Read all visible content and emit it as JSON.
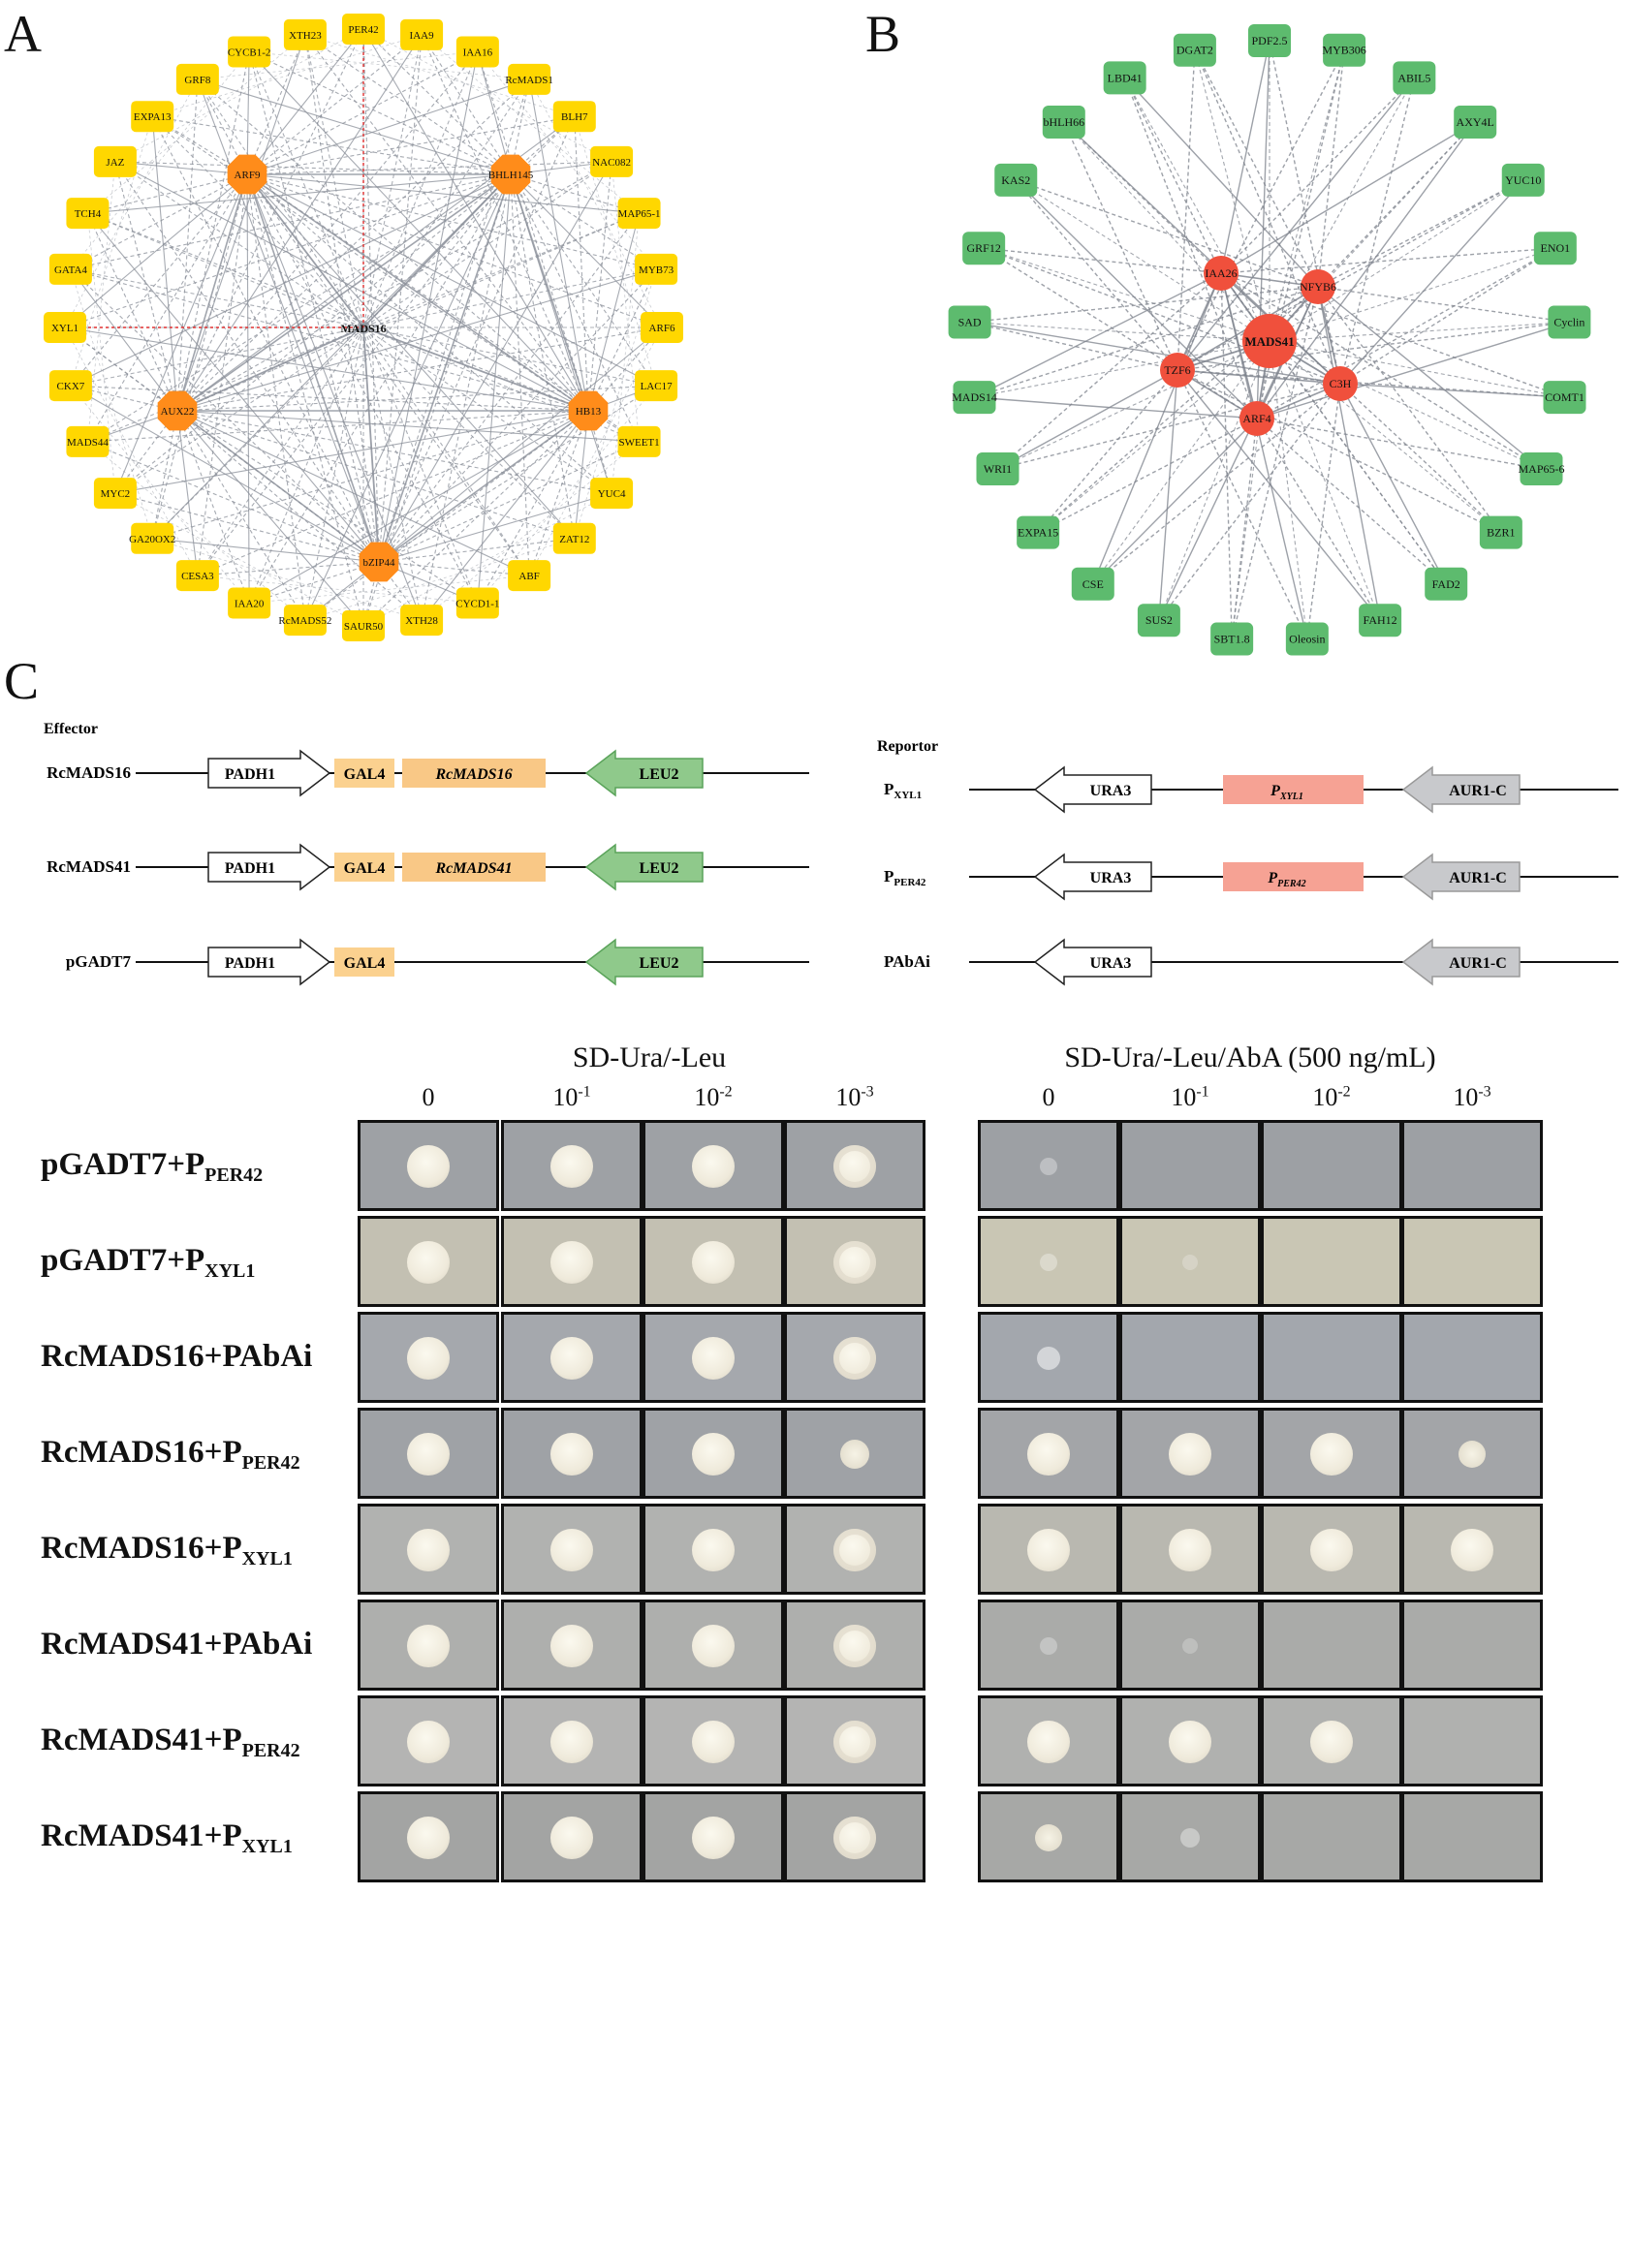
{
  "panels": {
    "A": "A",
    "B": "B",
    "C": "C"
  },
  "network_a": {
    "outer_nodes": [
      "PER42",
      "IAA9",
      "IAA16",
      "RcMADS1",
      "BLH7",
      "NAC082",
      "MAP65-1",
      "MYB73",
      "ARF6",
      "LAC17",
      "SWEET1",
      "YUC4",
      "ZAT12",
      "ABF",
      "CYCD1-1",
      "XTH28",
      "SAUR50",
      "RcMADS52",
      "IAA20",
      "CESA3",
      "GA20OX2",
      "MYC2",
      "MADS44",
      "CKX7",
      "XYL1",
      "GATA4",
      "TCH4",
      "JAZ",
      "EXPA13",
      "GRF8",
      "CYCB1-2",
      "XTH23"
    ],
    "hub_nodes": [
      "ARF9",
      "BHLH145",
      "AUX22",
      "HB13",
      "bZIP44"
    ],
    "center_node": "MADS16",
    "colors": {
      "outer": "#ffd700",
      "hub": "#ff8c1a",
      "center": "#ffd700",
      "edge": "#8a8f99",
      "highlight_edge": "#e03030"
    }
  },
  "network_b": {
    "outer_nodes": [
      "PDF2.5",
      "MYB306",
      "ABIL5",
      "AXY4L",
      "YUC10",
      "ENO1",
      "Cyclin",
      "COMT1",
      "MAP65-6",
      "BZR1",
      "FAD2",
      "FAH12",
      "Oleosin",
      "SBT1.8",
      "SUS2",
      "CSE",
      "EXPA15",
      "WRI1",
      "MADS14",
      "SAD",
      "GRF12",
      "KAS2",
      "bHLH66",
      "LBD41",
      "DGAT2"
    ],
    "hub_nodes": [
      "IAA26",
      "NFYB6",
      "C3H",
      "ARF4",
      "TZF6"
    ],
    "center_node": "MADS41",
    "colors": {
      "outer": "#5dbb6e",
      "hub": "#f0503c",
      "center": "#f0503c",
      "edge": "#7d828c"
    }
  },
  "constructs": {
    "effector_label": "Effector",
    "reporter_label": "Reportor",
    "effectors": [
      {
        "name": "RcMADS16",
        "promoter": "PADH1",
        "domain": "GAL4",
        "gene": "RcMADS16",
        "marker": "LEU2"
      },
      {
        "name": "RcMADS41",
        "promoter": "PADH1",
        "domain": "GAL4",
        "gene": "RcMADS41",
        "marker": "LEU2"
      },
      {
        "name": "pGADT7",
        "promoter": "PADH1",
        "domain": "GAL4",
        "gene": "",
        "marker": "LEU2"
      }
    ],
    "reporters": [
      {
        "name": "P",
        "name_sub": "XYL1",
        "marker": "URA3",
        "insert": "P",
        "insert_sub": "XYL1",
        "resistance": "AUR1-C"
      },
      {
        "name": "P",
        "name_sub": "PER42",
        "marker": "URA3",
        "insert": "P",
        "insert_sub": "PER42",
        "resistance": "AUR1-C"
      },
      {
        "name": "PAbAi",
        "name_sub": "",
        "marker": "URA3",
        "insert": "",
        "insert_sub": "",
        "resistance": "AUR1-C"
      }
    ],
    "colors": {
      "gal4": "#fbd18f",
      "gene": "#f9c886",
      "marker": "#8fc98b",
      "insert": "#f6a294",
      "aur1c": "#c8c9cc"
    }
  },
  "assay": {
    "conditions": [
      "SD-Ura/-Leu",
      "SD-Ura/-Leu/AbA (500 ng/mL)"
    ],
    "dilutions": [
      {
        "base": "0",
        "exp": ""
      },
      {
        "base": "10",
        "exp": "-1"
      },
      {
        "base": "10",
        "exp": "-2"
      },
      {
        "base": "10",
        "exp": "-3"
      }
    ],
    "rows": [
      {
        "label": "pGADT7+P",
        "sub": "PER42",
        "growth_left": [
          1,
          1,
          1,
          1
        ],
        "growth_right": [
          0.12,
          0,
          0,
          0
        ]
      },
      {
        "label": "pGADT7+P",
        "sub": "XYL1",
        "growth_left": [
          1,
          1,
          1,
          1
        ],
        "growth_right": [
          0.12,
          0.06,
          0,
          0
        ]
      },
      {
        "label": "RcMADS16+PAbAi",
        "sub": "",
        "growth_left": [
          1,
          1,
          1,
          1
        ],
        "growth_right": [
          0.25,
          0,
          0,
          0
        ]
      },
      {
        "label": "RcMADS16+P",
        "sub": "PER42",
        "growth_left": [
          1,
          1,
          0.8,
          0.4
        ],
        "growth_right": [
          1,
          1,
          0.7,
          0.35
        ]
      },
      {
        "label": "RcMADS16+P",
        "sub": "XYL1",
        "growth_left": [
          1,
          1,
          1,
          1
        ],
        "growth_right": [
          1,
          1,
          1,
          0.8
        ]
      },
      {
        "label": "RcMADS41+PAbAi",
        "sub": "",
        "growth_left": [
          1,
          1,
          1,
          1
        ],
        "growth_right": [
          0.1,
          0.06,
          0,
          0
        ]
      },
      {
        "label": "RcMADS41+P",
        "sub": "PER42",
        "growth_left": [
          1,
          1,
          1,
          1
        ],
        "growth_right": [
          1,
          1,
          1,
          0
        ]
      },
      {
        "label": "RcMADS41+P",
        "sub": "XYL1",
        "growth_left": [
          1,
          1,
          1,
          0.9
        ],
        "growth_right": [
          0.35,
          0.15,
          0,
          0
        ]
      }
    ]
  }
}
